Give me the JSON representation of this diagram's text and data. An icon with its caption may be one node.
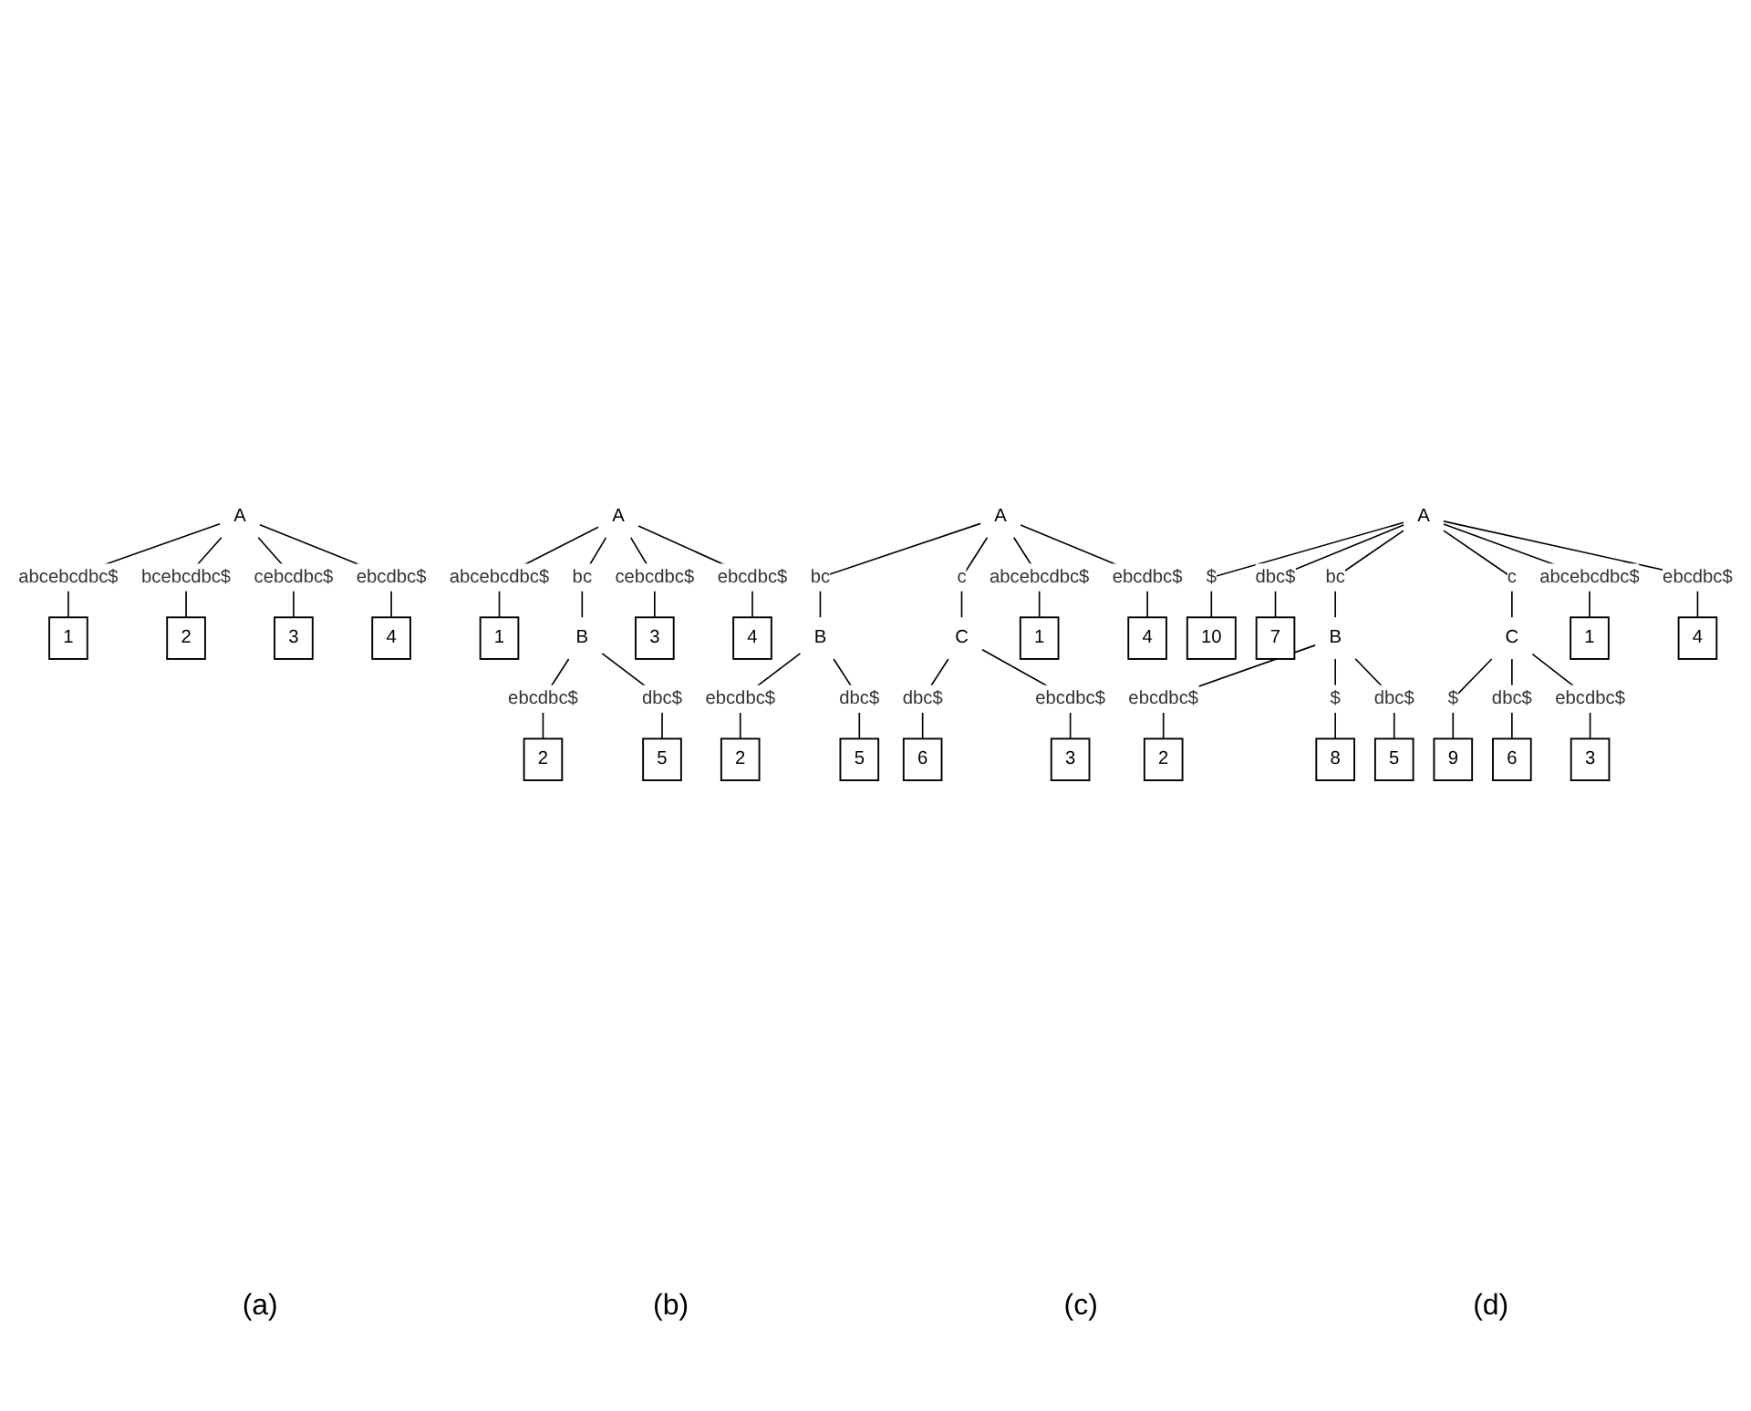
{
  "diagram": {
    "nodes": [
      {
        "text": [
          "A"
        ]
      },
      {
        "text": [
          "1"
        ]
      },
      {
        "text": [
          "2"
        ]
      },
      {
        "text": [
          "3"
        ]
      },
      {
        "text": [
          "4"
        ]
      },
      {
        "text": [
          "A"
        ]
      },
      {
        "text": [
          "1"
        ]
      },
      {
        "text": [
          "B"
        ]
      },
      {
        "text": [
          "3"
        ]
      },
      {
        "text": [
          "4"
        ]
      },
      {
        "text": [
          "2"
        ]
      },
      {
        "text": [
          "5"
        ]
      },
      {
        "text": [
          "A"
        ]
      },
      {
        "text": [
          "B"
        ]
      },
      {
        "text": [
          "C"
        ]
      },
      {
        "text": [
          "1"
        ]
      },
      {
        "text": [
          "4"
        ]
      },
      {
        "text": [
          "2"
        ]
      },
      {
        "text": [
          "5"
        ]
      },
      {
        "text": [
          "6"
        ]
      },
      {
        "text": [
          "3"
        ]
      },
      {
        "text": [
          "A"
        ]
      },
      {
        "text": [
          "10"
        ]
      },
      {
        "text": [
          "7"
        ]
      },
      {
        "text": [
          "B"
        ]
      },
      {
        "text": [
          "C"
        ]
      },
      {
        "text": [
          "1"
        ]
      },
      {
        "text": [
          "4"
        ]
      },
      {
        "text": [
          "2"
        ]
      },
      {
        "text": [
          "8"
        ]
      },
      {
        "text": [
          "5"
        ]
      },
      {
        "text": [
          "9"
        ]
      },
      {
        "text": [
          "6"
        ]
      },
      {
        "text": [
          "3"
        ]
      }
    ],
    "edges": [
      {
        "from": 0,
        "to": 1,
        "arrow": "none",
        "label": "abcebcdbc$"
      },
      {
        "from": 0,
        "to": 2,
        "arrow": "none",
        "label": "bcebcdbc$"
      },
      {
        "from": 0,
        "to": 3,
        "arrow": "none",
        "label": "cebcdbc$"
      },
      {
        "from": 0,
        "to": 4,
        "arrow": "none",
        "label": "ebcdbc$"
      },
      {
        "from": 5,
        "to": 6,
        "arrow": "none",
        "label": "abcebcdbc$"
      },
      {
        "from": 5,
        "to": 7,
        "arrow": "none",
        "label": "bc"
      },
      {
        "from": 5,
        "to": 8,
        "arrow": "none",
        "label": "cebcdbc$"
      },
      {
        "from": 5,
        "to": 9,
        "arrow": "none",
        "label": "ebcdbc$"
      },
      {
        "from": 7,
        "to": 10,
        "arrow": "none",
        "label": "ebcdbc$"
      },
      {
        "from": 7,
        "to": 11,
        "arrow": "none",
        "label": "dbc$"
      },
      {
        "from": 12,
        "to": 15,
        "arrow": "none",
        "label": "abcebcdbc$"
      },
      {
        "from": 12,
        "to": 13,
        "arrow": "none",
        "label": "bc"
      },
      {
        "from": 12,
        "to": 14,
        "arrow": "none",
        "label": "c"
      },
      {
        "from": 12,
        "to": 16,
        "arrow": "none",
        "label": "ebcdbc$"
      },
      {
        "from": 13,
        "to": 17,
        "arrow": "none",
        "label": "ebcdbc$"
      },
      {
        "from": 13,
        "to": 18,
        "arrow": "none",
        "label": "dbc$"
      },
      {
        "from": 14,
        "to": 19,
        "arrow": "none",
        "label": "dbc$"
      },
      {
        "from": 14,
        "to": 20,
        "arrow": "none",
        "label": "ebcdbc$"
      },
      {
        "from": 21,
        "to": 22,
        "arrow": "none",
        "label": "$"
      },
      {
        "from": 21,
        "to": 23,
        "arrow": "none",
        "label": "dbc$"
      },
      {
        "from": 21,
        "to": 26,
        "arrow": "none",
        "label": "abcebcdbc$"
      },
      {
        "from": 21,
        "to": 24,
        "arrow": "none",
        "label": "bc"
      },
      {
        "from": 21,
        "to": 25,
        "arrow": "none",
        "label": "c"
      },
      {
        "from": 21,
        "to": 27,
        "arrow": "none",
        "label": "ebcdbc$"
      },
      {
        "from": 24,
        "to": 28,
        "arrow": "none",
        "label": "ebcdbc$"
      },
      {
        "from": 24,
        "to": 29,
        "arrow": "none",
        "label": "$"
      },
      {
        "from": 24,
        "to": 30,
        "arrow": "none",
        "label": "dbc$"
      },
      {
        "from": 25,
        "to": 31,
        "arrow": "none",
        "label": "$"
      },
      {
        "from": 25,
        "to": 32,
        "arrow": "none",
        "label": "dbc$"
      },
      {
        "from": 25,
        "to": 33,
        "arrow": "none",
        "label": "ebcdbc$"
      }
    ],
    "labels": [
      "(a)",
      "(b)",
      "(c)",
      "(d)"
    ]
  }
}
